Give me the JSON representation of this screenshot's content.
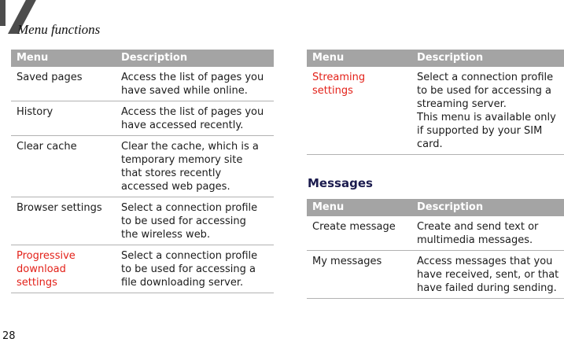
{
  "page": {
    "chapter_title": "Menu functions",
    "page_number": "28"
  },
  "section": {
    "heading": "Messages"
  },
  "colors": {
    "header_band": "#a4a4a4",
    "divider": "#b2b2b2",
    "highlight": "#e32119",
    "section_heading": "#1b1b4e",
    "corner": "#4d4d4d",
    "text": "#1b1b1b"
  },
  "tables": [
    {
      "name": "browser-functions",
      "columns": [
        "Menu",
        "Description"
      ],
      "rows": [
        {
          "menu": "Saved pages",
          "highlighted": false,
          "description": "Access the list of pages you\nhave saved while online."
        },
        {
          "menu": "History",
          "highlighted": false,
          "description": "Access the list of pages you\nhave accessed recently."
        },
        {
          "menu": "Clear cache",
          "highlighted": false,
          "description": "Clear the cache, which is a\ntemporary memory site\nthat stores recently\naccessed web pages."
        },
        {
          "menu": "Browser settings",
          "highlighted": false,
          "description": "Select a connection profile\nto be used for accessing\nthe wireless web."
        },
        {
          "menu": "Progressive\ndownload\nsettings",
          "highlighted": true,
          "description": "Select a connection profile\nto be used for accessing a\nfile downloading server."
        }
      ]
    },
    {
      "name": "streaming",
      "columns": [
        "Menu",
        "Description"
      ],
      "rows": [
        {
          "menu": "Streaming\nsettings",
          "highlighted": true,
          "description": "Select a connection profile\nto be used for accessing a\nstreaming server.\nThis menu is available only\nif supported by your SIM\ncard."
        }
      ]
    },
    {
      "name": "messages",
      "columns": [
        "Menu",
        "Description"
      ],
      "rows": [
        {
          "menu": "Create message",
          "highlighted": false,
          "description": "Create and send text or\nmultimedia messages."
        },
        {
          "menu": "My messages",
          "highlighted": false,
          "description": "Access messages that you\nhave received, sent, or that\nhave failed during sending."
        }
      ]
    }
  ]
}
